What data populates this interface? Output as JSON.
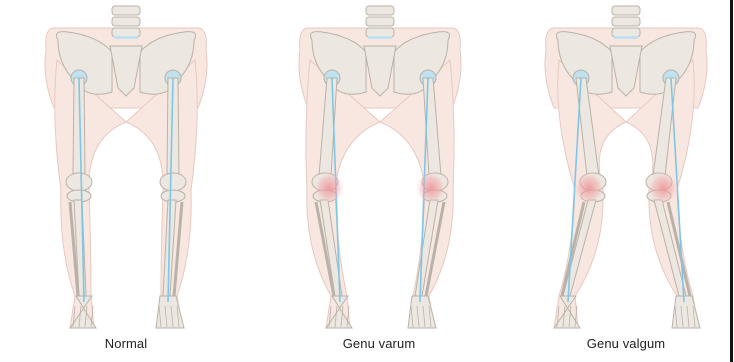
{
  "figures": [
    {
      "label": "Normal",
      "kind": "normal"
    },
    {
      "label": "Genu varum",
      "kind": "varum"
    },
    {
      "label": "Genu valgum",
      "kind": "valgum"
    }
  ],
  "colors": {
    "skin": "#f8e6e1",
    "skin_outline": "#e8c9c0",
    "bone": "#ece8e1",
    "bone_outline": "#b9b2a8",
    "axis_line": "#7fc6e6",
    "inflammation": "#ef8f95",
    "hip_joint": "#bfe1f0"
  }
}
